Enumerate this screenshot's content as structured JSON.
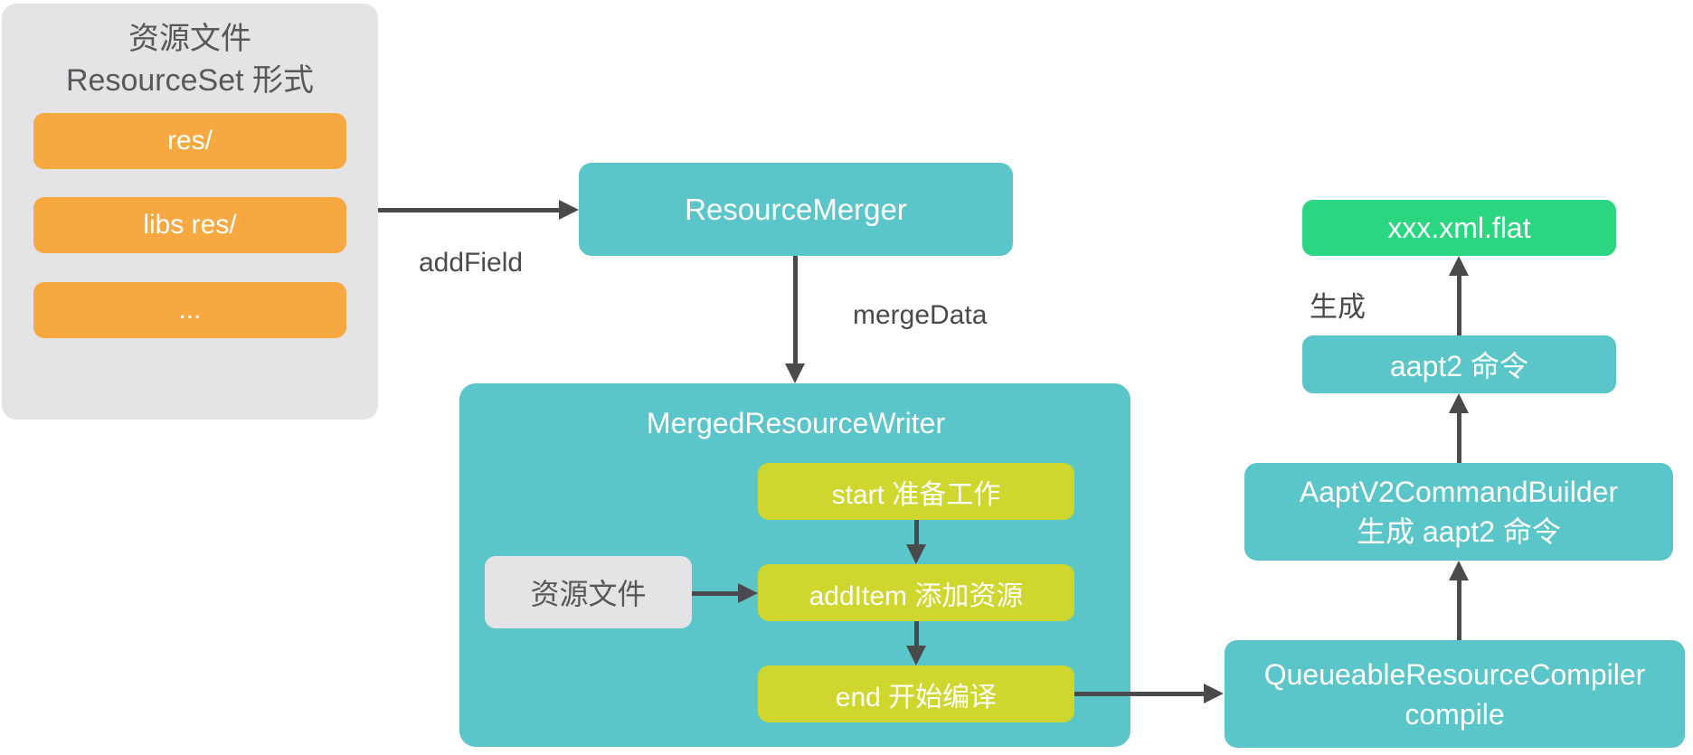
{
  "colors": {
    "teal": "#5BC6CA",
    "orange": "#F7A841",
    "lime": "#CFD72F",
    "green": "#2BD681",
    "panel-gray": "#E4E4E6",
    "ink": "#4A4A4C",
    "dark-text": "#58585B"
  },
  "resource_panel": {
    "title_line1": "资源文件",
    "title_line2": "ResourceSet 形式",
    "items": [
      "res/",
      "libs res/",
      "..."
    ]
  },
  "edge_labels": {
    "add_field": "addField",
    "merge_data": "mergeData",
    "generate": "生成"
  },
  "nodes": {
    "resource_merger": "ResourceMerger",
    "merged_resource_writer": "MergedResourceWriter",
    "steps": [
      "start 准备工作",
      "addItem 添加资源",
      "end 开始编译"
    ],
    "inner_resource_file": "资源文件",
    "queueable": {
      "line1": "QueueableResourceCompiler",
      "line2": "compile"
    },
    "aapt_builder": {
      "line1": "AaptV2CommandBuilder",
      "line2": "生成 aapt2 命令"
    },
    "aapt2_command": "aapt2 命令",
    "flat_file": "xxx.xml.flat"
  }
}
